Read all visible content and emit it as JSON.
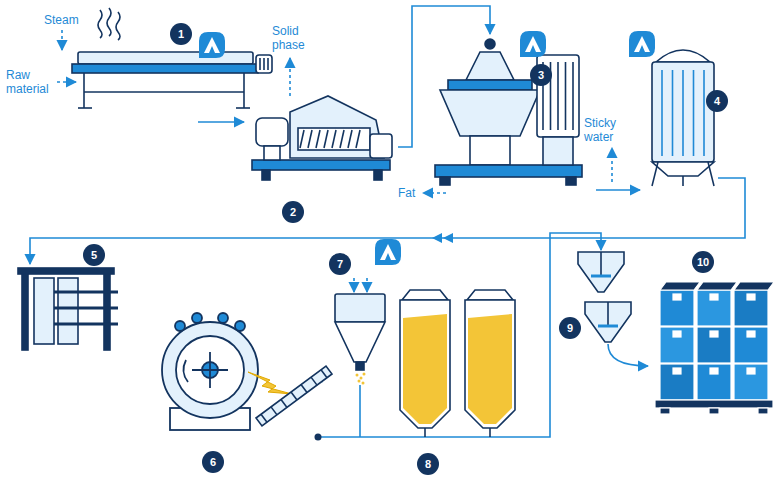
{
  "diagram": {
    "labels": [
      "1",
      "Steam",
      "Raw material",
      "Solid phase",
      "2",
      "3",
      "Fat",
      "Sticky water",
      "4",
      "5",
      "6",
      "7",
      "8",
      "9",
      "10"
    ]
  }
}
